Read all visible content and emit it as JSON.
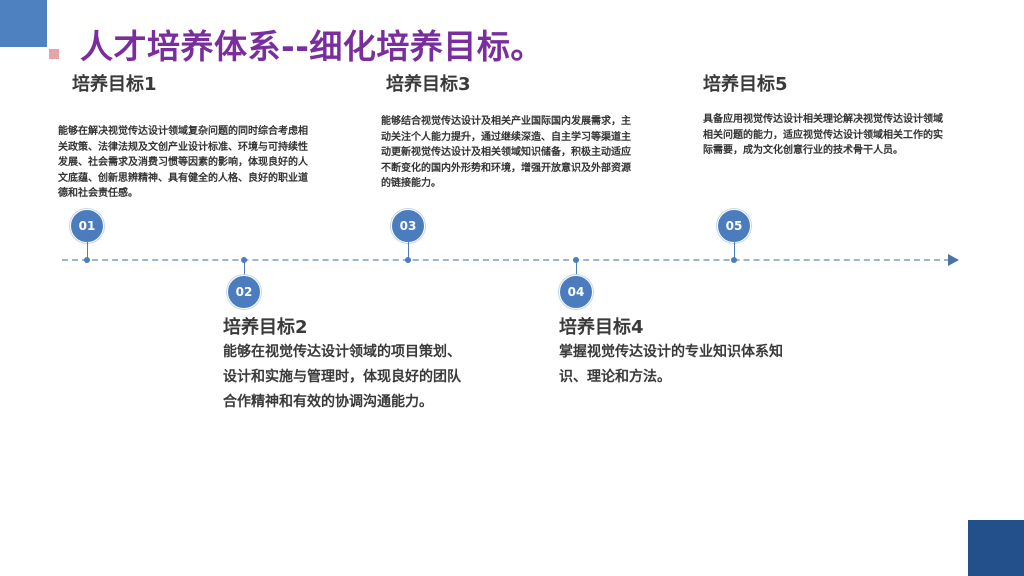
{
  "title": "人才培养体系--细化培养目标。",
  "goals": [
    {
      "number": "01",
      "heading": "培养目标1",
      "text": "能够在解决视觉传达设计领域复杂问题的同时综合考虑相关政策、法律法规及文创产业设计标准、环境与可持续性发展、社会需求及消费习惯等因素的影响，体现良好的人文底蕴、创新思辨精神、具有健全的人格、良好的职业道德和社会责任感。"
    },
    {
      "number": "02",
      "heading": "培养目标2",
      "text": "能够在视觉传达设计领域的项目策划、设计和实施与管理时，体现良好的团队合作精神和有效的协调沟通能力。"
    },
    {
      "number": "03",
      "heading": "培养目标3",
      "text": "能够结合视觉传达设计及相关产业国际国内发展需求，主动关注个人能力提升，通过继续深造、自主学习等渠道主动更新视觉传达设计及相关领域知识储备，积极主动适应不断变化的国内外形势和环境，增强开放意识及外部资源的链接能力。"
    },
    {
      "number": "04",
      "heading": "培养目标4",
      "text": "掌握视觉传达设计的专业知识体系知识、理论和方法。"
    },
    {
      "number": "05",
      "heading": "培养目标5",
      "text": "具备应用视觉传达设计相关理论解决视觉传达设计领域相关问题的能力，适应视觉传达设计领域相关工作的实际需要，成为文化创意行业的技术骨干人员。"
    }
  ]
}
